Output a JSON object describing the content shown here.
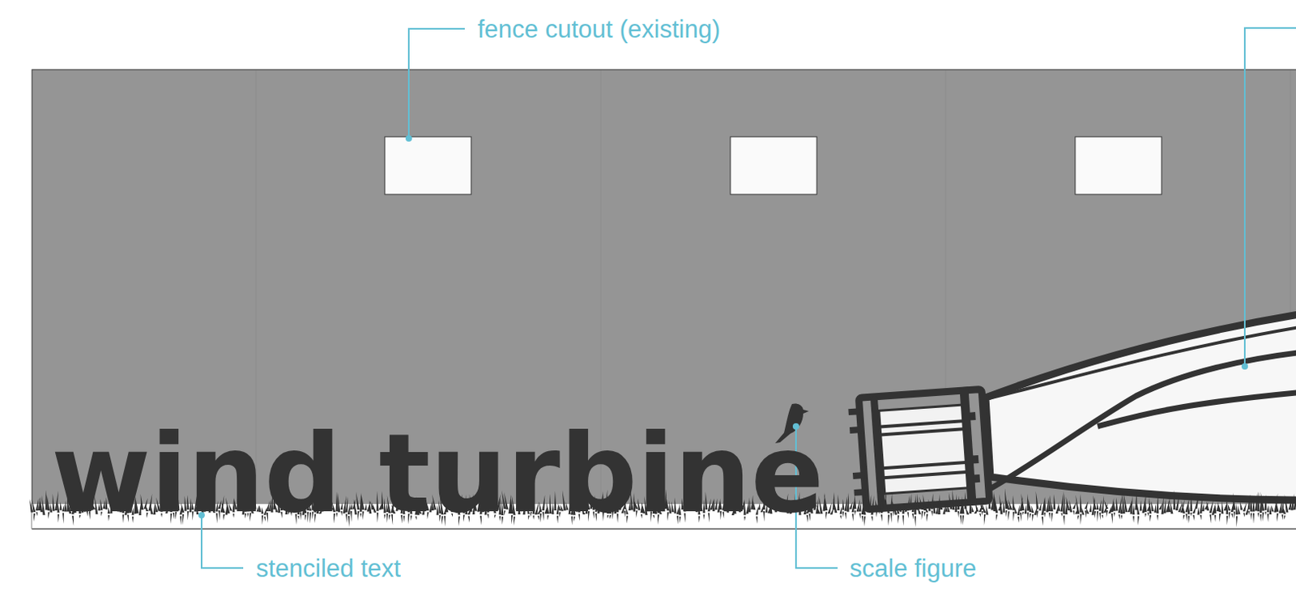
{
  "diagram": {
    "labels": [
      "fence cutout (existing)",
      "wind turbine",
      "stenciled text",
      "scale figure"
    ]
  }
}
